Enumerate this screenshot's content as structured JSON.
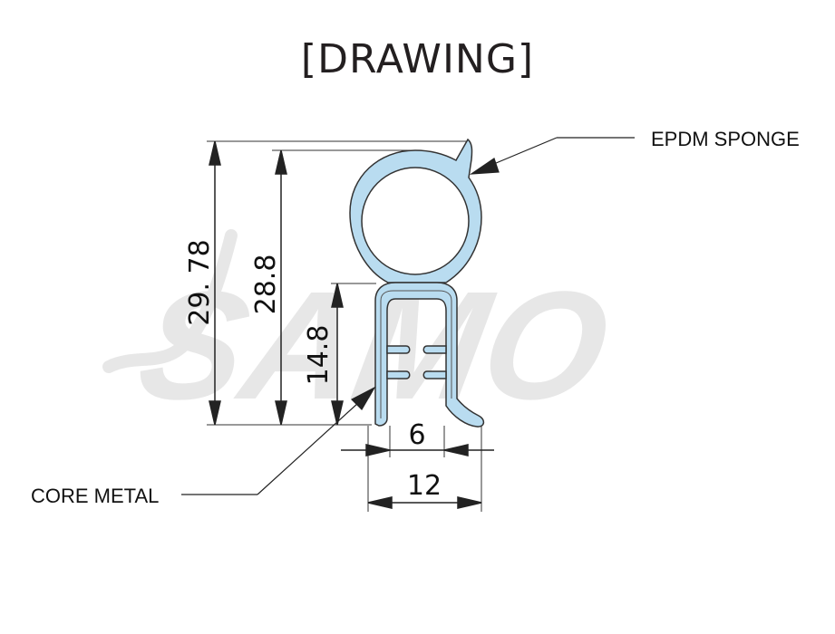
{
  "title": "[DRAWING]",
  "watermark": "SAMO",
  "dimensions": {
    "total_height": "29. 78",
    "height": "28.8",
    "core_height": "14.8",
    "inner_width": "6",
    "outer_width": "12"
  },
  "callouts": {
    "epdm": "EPDM SPONGE",
    "core": "CORE METAL"
  },
  "colors": {
    "profile_fill": "#b9dcf0",
    "profile_stroke": "#333333",
    "line": "#222222",
    "watermark": "#e7e7e7"
  }
}
